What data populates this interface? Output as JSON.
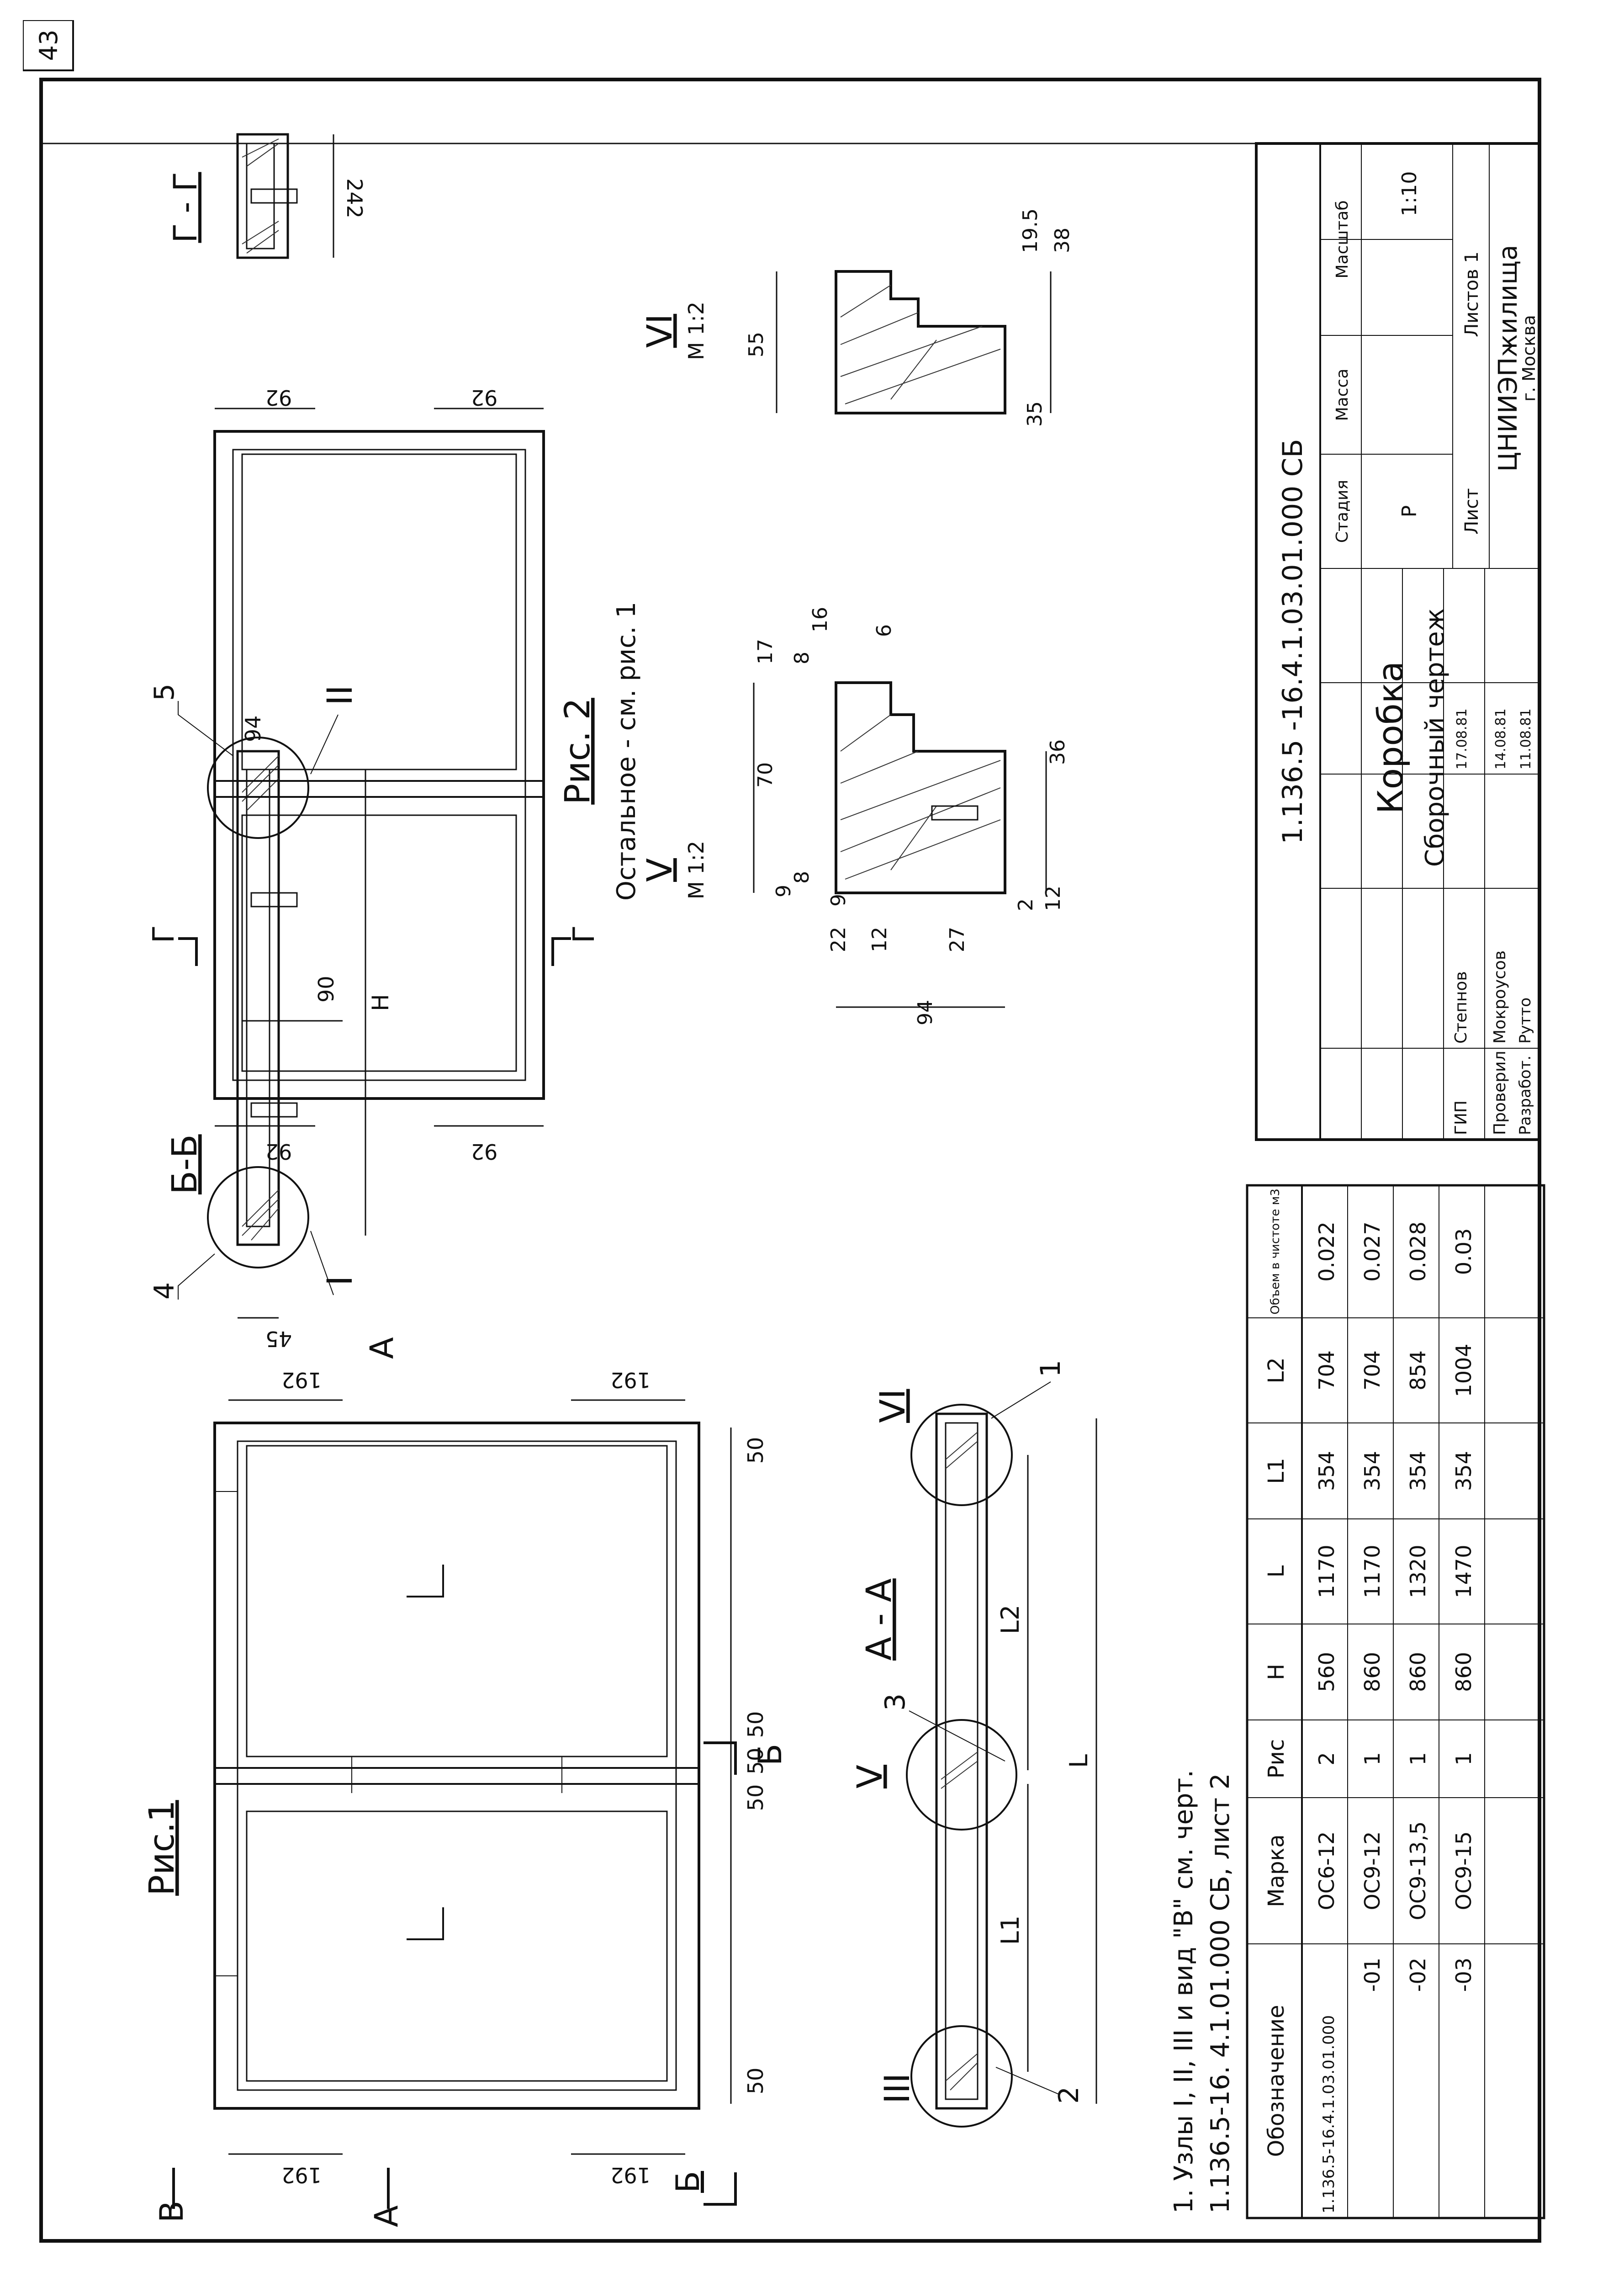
{
  "page_number": "43",
  "figure1": {
    "title": "Рис.1",
    "section_markers": [
      "Б",
      "Б",
      "В",
      "А",
      "А"
    ],
    "dims": [
      "192",
      "192",
      "192",
      "192",
      "50",
      "50",
      "50",
      "50",
      "50"
    ]
  },
  "section_bb": {
    "title": "Б-Б",
    "dims": [
      "90",
      "45",
      "Н",
      "94"
    ],
    "callouts": [
      "4",
      "5"
    ],
    "nodes": [
      "I",
      "II"
    ],
    "view_marker": "А"
  },
  "figure2": {
    "title": "Рис. 2",
    "subtitle": "Остальное - см. рис. 1",
    "dims": [
      "92",
      "92",
      "92",
      "92"
    ],
    "section_markers": [
      "Г",
      "Г"
    ]
  },
  "section_gg": {
    "title": "Г - Г",
    "dims": [
      "242"
    ]
  },
  "section_aa": {
    "title": "А - А",
    "nodes": [
      "III",
      "V",
      "VI"
    ],
    "callouts": [
      "1",
      "2",
      "3"
    ],
    "dims": [
      "L1",
      "L2",
      "L"
    ]
  },
  "detail_v": {
    "title": "V",
    "scale": "М 1:2",
    "dims": [
      "70",
      "17",
      "8",
      "8",
      "9",
      "16",
      "6",
      "36",
      "2",
      "12",
      "27",
      "12",
      "22",
      "94",
      "9"
    ]
  },
  "detail_vi": {
    "title": "VI",
    "scale": "М 1:2",
    "dims": [
      "55",
      "19.5",
      "38",
      "35"
    ]
  },
  "table": {
    "headers": [
      "Обозначение",
      "Марка",
      "Рис",
      "Н",
      "L",
      "L1",
      "L2",
      "Объем в чистоте м3"
    ],
    "rows": [
      [
        "1.136.5-16.4.1.03.01.000",
        "ОС6-12",
        "2",
        "560",
        "1170",
        "354",
        "704",
        "0.022"
      ],
      [
        "-01",
        "ОС9-12",
        "1",
        "860",
        "1170",
        "354",
        "704",
        "0.027"
      ],
      [
        "-02",
        "ОС9-13,5",
        "1",
        "860",
        "1320",
        "354",
        "854",
        "0.028"
      ],
      [
        "-03",
        "ОС9-15",
        "1",
        "860",
        "1470",
        "354",
        "1004",
        "0.03"
      ]
    ]
  },
  "notes": {
    "line1": "1. Узлы  I, II, III  и вид \"В\" см. черт.",
    "line2": "1.136.5-16. 4.1.01.000 СБ,   лист 2"
  },
  "title_block": {
    "code": "1.136.5 -16.4.1.03.01.000 СБ",
    "name": "Коробка",
    "subname": "Сборочный чертеж",
    "stage_label": "Стадия",
    "mass_label": "Масса",
    "scale_label": "Масштаб",
    "stage": "Р",
    "scale": "1:10",
    "sheet_label": "Лист",
    "sheets_label": "Листов 1",
    "org": "ЦНИИЭПжилища",
    "city": "г. Москва",
    "signatures": [
      {
        "role": "ГИП",
        "name": "Степнов",
        "date": "17.08.81"
      },
      {
        "role": "Проверил",
        "name": "Мокроусов",
        "date": "14.08.81"
      },
      {
        "role": "Разработ.",
        "name": "Рутто",
        "date": "11.08.81"
      }
    ]
  }
}
